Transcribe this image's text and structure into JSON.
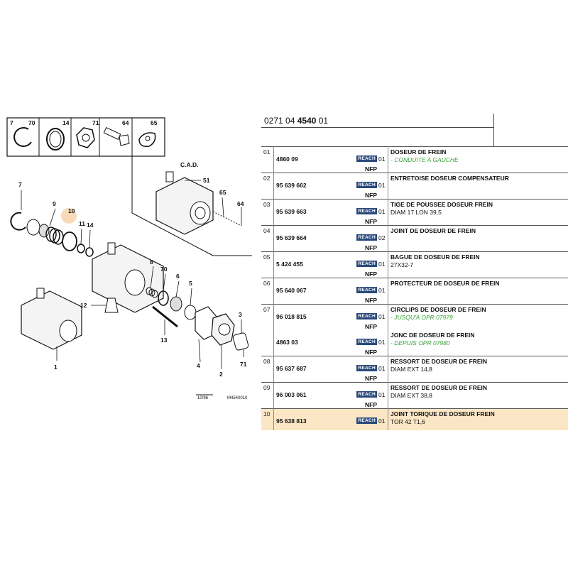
{
  "diagram": {
    "header_labels": [
      "7",
      "70",
      "14",
      "71",
      "64",
      "65"
    ],
    "cad_label": "C.A.D.",
    "callouts": [
      "51",
      "65",
      "64",
      "7",
      "9",
      "10",
      "11",
      "14",
      "8",
      "70",
      "6",
      "5",
      "3",
      "12",
      "13",
      "4",
      "2",
      "1",
      "71"
    ],
    "date_code": "10/96",
    "figure_code": "M4540010"
  },
  "reference": {
    "prefix": "0271 04 ",
    "bold": "4540",
    "suffix": " 01"
  },
  "rows": [
    {
      "num": "01",
      "parts": [
        {
          "ref": "4860 09",
          "badge": "REACH",
          "qty": "01",
          "nfp": "NFP",
          "title": "DOSEUR DE FREIN",
          "detail": "",
          "note": "- CONDUITE A GAUCHE"
        }
      ]
    },
    {
      "num": "02",
      "parts": [
        {
          "ref": "95 639 662",
          "badge": "REACH",
          "qty": "01",
          "nfp": "NFP",
          "title": "ENTRETOISE DOSEUR COMPENSATEUR",
          "detail": "",
          "note": ""
        }
      ]
    },
    {
      "num": "03",
      "parts": [
        {
          "ref": "95 639 663",
          "badge": "REACH",
          "qty": "01",
          "nfp": "NFP",
          "title": "TIGE DE POUSSEE DOSEUR FREIN",
          "detail": "DIAM 17 LON 39,5",
          "note": ""
        }
      ]
    },
    {
      "num": "04",
      "parts": [
        {
          "ref": "95 639 664",
          "badge": "REACH",
          "qty": "02",
          "nfp": "NFP",
          "title": "JOINT DE DOSEUR DE FREIN",
          "detail": "",
          "note": ""
        }
      ]
    },
    {
      "num": "05",
      "parts": [
        {
          "ref": "5 424 455",
          "badge": "REACH",
          "qty": "01",
          "nfp": "NFP",
          "title": "BAGUE DE DOSEUR DE FREIN",
          "detail": "27X32-7",
          "note": ""
        }
      ]
    },
    {
      "num": "06",
      "parts": [
        {
          "ref": "95 640 067",
          "badge": "REACH",
          "qty": "01",
          "nfp": "NFP",
          "title": "PROTECTEUR DE DOSEUR DE FREIN",
          "detail": "",
          "note": ""
        }
      ]
    },
    {
      "num": "07",
      "parts": [
        {
          "ref": "96 018 815",
          "badge": "REACH",
          "qty": "01",
          "nfp": "NFP",
          "title": "CIRCLIPS DE DOSEUR DE FREIN",
          "detail": "",
          "note": "- JUSQU'A OPR 07979"
        },
        {
          "ref": "4863 03",
          "badge": "REACH",
          "qty": "01",
          "nfp": "NFP",
          "title": "JONC DE DOSEUR DE FREIN",
          "detail": "",
          "note": "- DEPUIS OPR 07980"
        }
      ]
    },
    {
      "num": "08",
      "parts": [
        {
          "ref": "95 637 687",
          "badge": "REACH",
          "qty": "01",
          "nfp": "NFP",
          "title": "RESSORT DE DOSEUR DE FREIN",
          "detail": "DIAM EXT 14,8",
          "note": ""
        }
      ]
    },
    {
      "num": "09",
      "parts": [
        {
          "ref": "96 003 061",
          "badge": "REACH",
          "qty": "01",
          "nfp": "NFP",
          "title": "RESSORT DE DOSEUR DE FREIN",
          "detail": "DIAM EXT 38,8",
          "note": ""
        }
      ]
    },
    {
      "num": "10",
      "highlight": true,
      "parts": [
        {
          "ref": "95 638 813",
          "badge": "REACH",
          "qty": "01",
          "nfp": "",
          "title": "JOINT TORIQUE DE DOSEUR FREIN",
          "detail": "TOR 42 T1,6",
          "note": ""
        }
      ]
    }
  ]
}
